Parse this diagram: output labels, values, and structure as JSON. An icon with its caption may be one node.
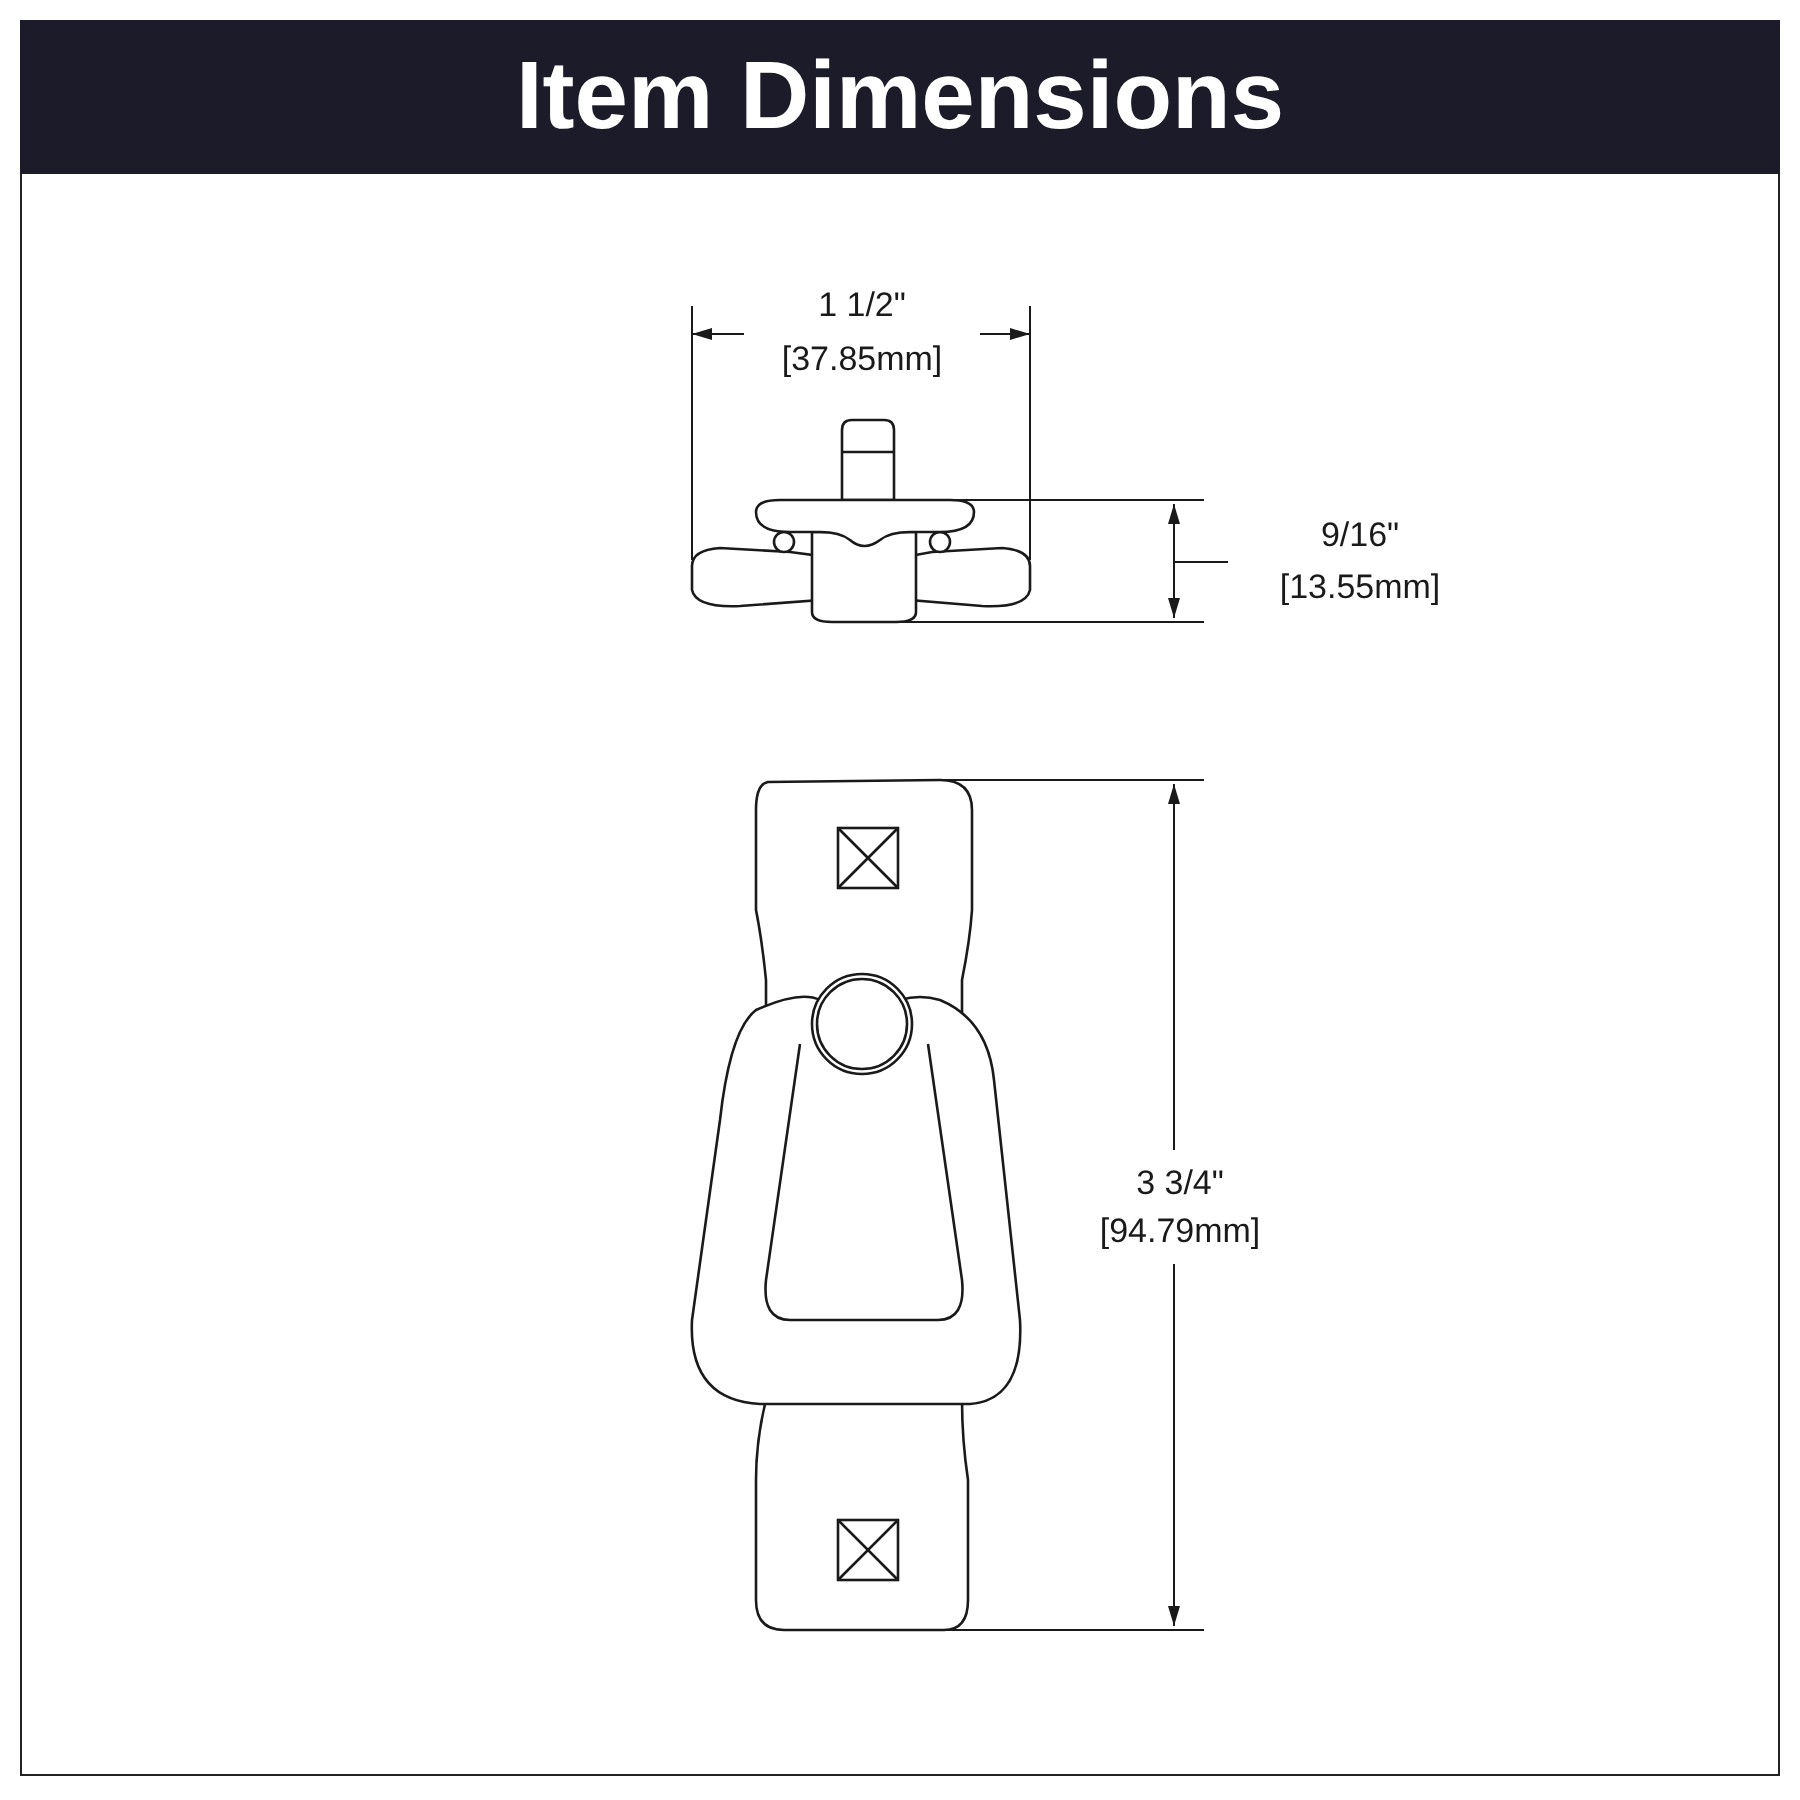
{
  "diagram": {
    "title": "Item Dimensions",
    "labels": [
      "1 1/2\"",
      "[37.85mm]",
      "9/16\"",
      "[13.55mm]",
      "3 3/4\"",
      "[94.79mm]"
    ]
  }
}
